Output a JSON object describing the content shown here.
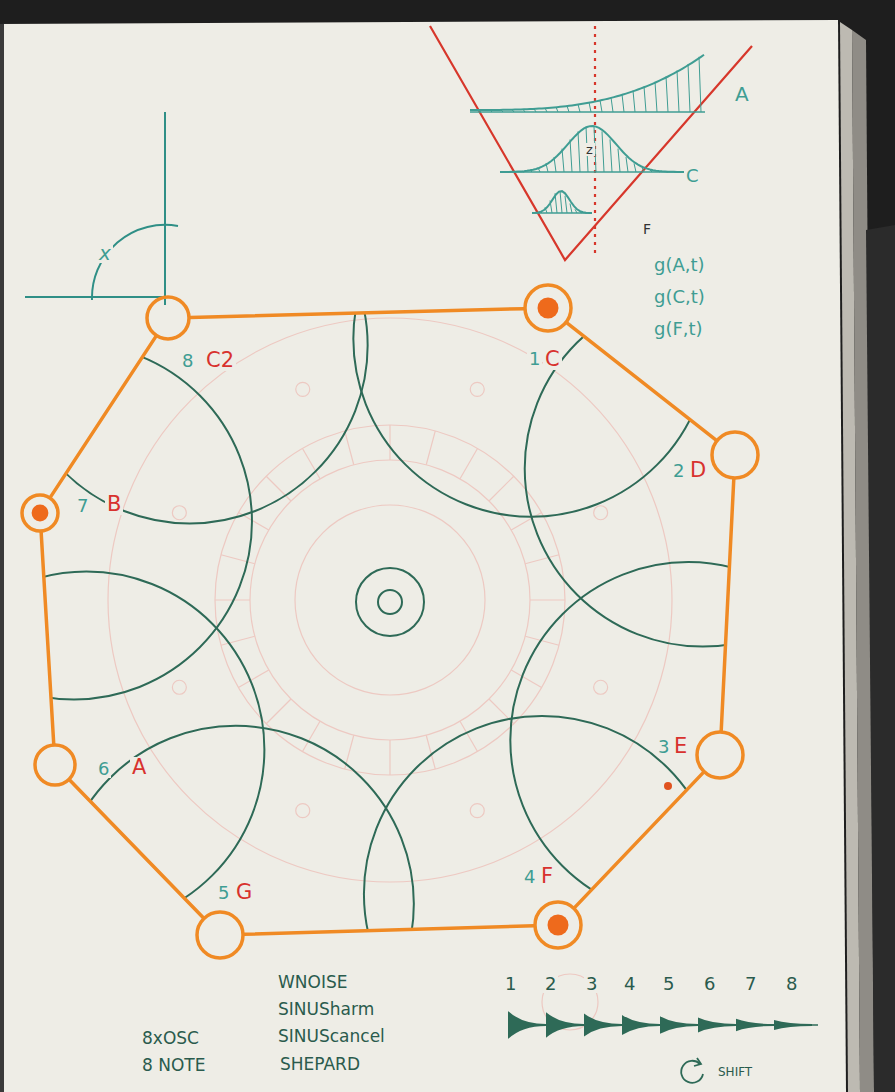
{
  "diagram": {
    "nodes": [
      {
        "text": [
          "1",
          "C"
        ]
      },
      {
        "text": [
          "2",
          "D"
        ]
      },
      {
        "text": [
          "3",
          "E"
        ]
      },
      {
        "text": [
          "4",
          "F"
        ]
      },
      {
        "text": [
          "5",
          "G"
        ]
      },
      {
        "text": [
          "6",
          "A"
        ]
      },
      {
        "text": [
          "7",
          "B"
        ]
      },
      {
        "text": [
          "8",
          "C2"
        ]
      }
    ],
    "edges": [
      {
        "from": 0,
        "to": 1,
        "arrow": "none"
      },
      {
        "from": 1,
        "to": 2,
        "arrow": "none"
      },
      {
        "from": 2,
        "to": 3,
        "arrow": "none"
      },
      {
        "from": 3,
        "to": 4,
        "arrow": "none"
      },
      {
        "from": 4,
        "to": 5,
        "arrow": "none"
      },
      {
        "from": 5,
        "to": 6,
        "arrow": "none"
      },
      {
        "from": 6,
        "to": 7,
        "arrow": "none"
      },
      {
        "from": 7,
        "to": 0,
        "arrow": "none"
      }
    ],
    "labels": [
      "x",
      "A",
      "C",
      "F",
      "z",
      "g(A,t)",
      "g(C,t)",
      "g(F,t)",
      "WNOISE",
      "SINUSharm",
      "SINUScancel",
      "SHEPARD",
      "8xOSC",
      "8 NOTE",
      "1",
      "2",
      "3",
      "4",
      "5",
      "6",
      "7",
      "8",
      "SHIFT"
    ]
  }
}
